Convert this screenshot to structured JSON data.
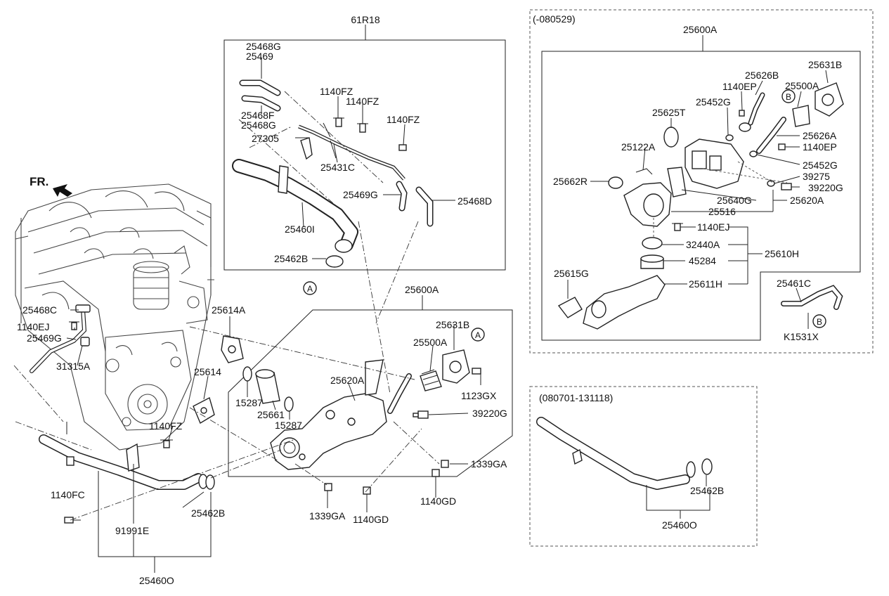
{
  "labels": {
    "lbl_61r18": "61R18",
    "lbl_25468g_a": "25468G",
    "lbl_25469_a": "25469",
    "lbl_1140fz_a": "1140FZ",
    "lbl_1140fz_b": "1140FZ",
    "lbl_1140fz_c": "1140FZ",
    "lbl_25468f": "25468F",
    "lbl_25468g_b": "25468G",
    "lbl_27305": "27305",
    "lbl_25431c": "25431C",
    "lbl_25469g_a": "25469G",
    "lbl_25468d": "25468D",
    "lbl_25460i": "25460I",
    "lbl_25462b_a": "25462B",
    "lbl_circle_a1": "A",
    "lbl_fr": "FR.",
    "lbl_25468c": "25468C",
    "lbl_1140ej_a": "1140EJ",
    "lbl_25469g_b": "25469G",
    "lbl_31315a": "31315A",
    "lbl_25614a": "25614A",
    "lbl_25614": "25614",
    "lbl_25600a_a": "25600A",
    "lbl_25631b_a": "25631B",
    "lbl_circle_a2": "A",
    "lbl_25500a_a": "25500A",
    "lbl_25620a_a": "25620A",
    "lbl_1123gx": "1123GX",
    "lbl_15287_a": "15287",
    "lbl_25661": "25661",
    "lbl_15287_b": "15287",
    "lbl_39220g_a": "39220G",
    "lbl_1140fz_d": "1140FZ",
    "lbl_1339ga_a": "1339GA",
    "lbl_1140fc": "1140FC",
    "lbl_25462b_b": "25462B",
    "lbl_91991e": "91991E",
    "lbl_1339ga_b": "1339GA",
    "lbl_1140gd_a": "1140GD",
    "lbl_1140gd_b": "1140GD",
    "lbl_25460o_a": "25460O",
    "lbl_080529": "(-080529)",
    "lbl_25600a_b": "25600A",
    "lbl_25626b": "25626B",
    "lbl_25631b_b": "25631B",
    "lbl_1140ep_a": "1140EP",
    "lbl_25500a_b": "25500A",
    "lbl_circle_b1": "B",
    "lbl_25452g_a": "25452G",
    "lbl_25625t": "25625T",
    "lbl_25626a": "25626A",
    "lbl_25122a": "25122A",
    "lbl_1140ep_b": "1140EP",
    "lbl_25452g_b": "25452G",
    "lbl_39275": "39275",
    "lbl_25662r": "25662R",
    "lbl_39220g_b": "39220G",
    "lbl_25640g": "25640G",
    "lbl_25620a_b": "25620A",
    "lbl_25516": "25516",
    "lbl_1140ej_b": "1140EJ",
    "lbl_32440a": "32440A",
    "lbl_25610h": "25610H",
    "lbl_45284": "45284",
    "lbl_25615g": "25615G",
    "lbl_25611h": "25611H",
    "lbl_25461c": "25461C",
    "lbl_circle_b2": "B",
    "lbl_k1531x": "K1531X",
    "lbl_080701": "(080701-131118)",
    "lbl_25462b_c": "25462B",
    "lbl_25460o_b": "25460O"
  }
}
